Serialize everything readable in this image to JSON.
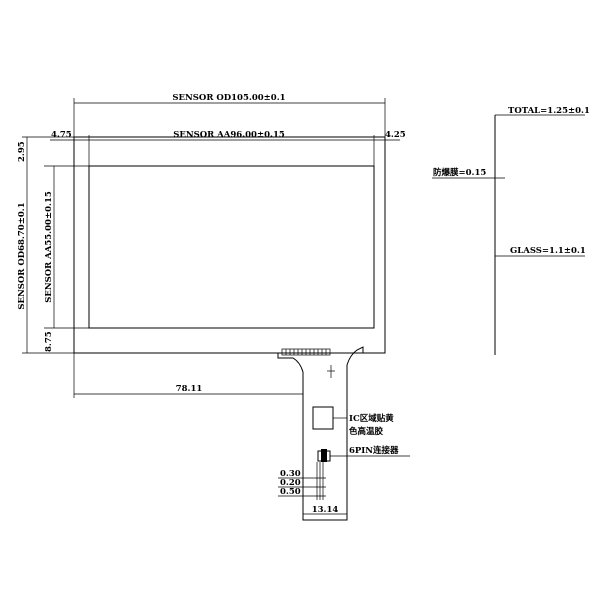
{
  "dimensions": {
    "sensor_od_width": "SENSOR OD105.00±0.1",
    "sensor_aa_width": "SENSOR AA96.00±0.15",
    "left_margin": "4.75",
    "right_margin": "4.25",
    "top_margin": "2.95",
    "sensor_od_height": "SENSOR OD68.70±0.1",
    "sensor_aa_height": "SENSOR AA55.00±0.15",
    "bottom_margin": "8.75",
    "tail_offset": "78.11",
    "tail_width": "13.14",
    "pin_dim_1": "0.30",
    "pin_dim_2": "0.20",
    "pin_dim_3": "0.50"
  },
  "thickness": {
    "total": "TOTAL=1.25±0.1",
    "film": "防爆膜=0.15",
    "glass": "GLASS=1.1±0.1"
  },
  "notes": {
    "ic_line1": "IC区域贴黄",
    "ic_line2": "色高温胶",
    "connector": "6PIN连接器"
  }
}
